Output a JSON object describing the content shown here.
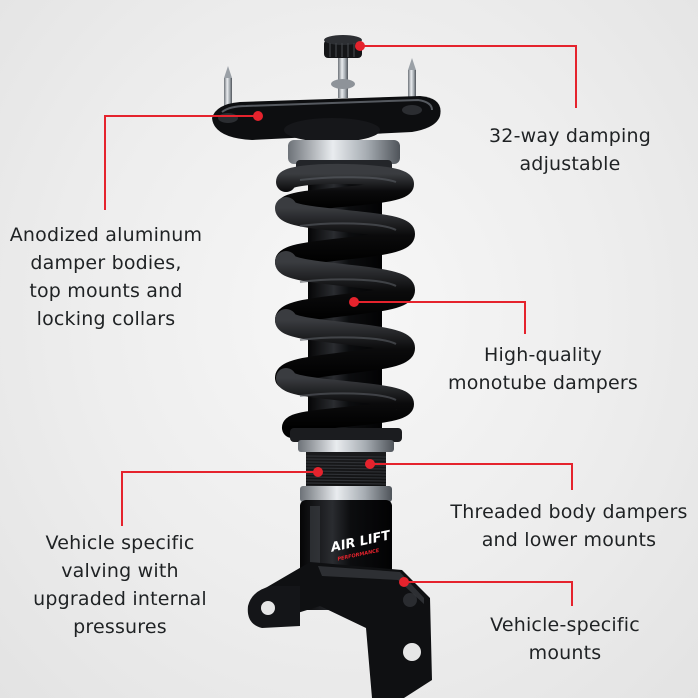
{
  "brand": {
    "logo_main": "AIR LIFT",
    "logo_sub": "PERFORMANCE"
  },
  "callouts": {
    "damping": {
      "lines": [
        "32-way damping",
        "adjustable"
      ],
      "icon": "callout-dot"
    },
    "anodized": {
      "lines": [
        "Anodized aluminum",
        "damper bodies,",
        "top mounts and",
        "locking collars"
      ],
      "icon": "callout-dot"
    },
    "monotube": {
      "lines": [
        "High-quality",
        "monotube dampers"
      ],
      "icon": "callout-dot"
    },
    "threaded": {
      "lines": [
        "Threaded body dampers",
        "and lower mounts"
      ],
      "icon": "callout-dot"
    },
    "valving": {
      "lines": [
        "Vehicle specific",
        "valving with",
        "upgraded internal",
        "pressures"
      ],
      "icon": "callout-dot"
    },
    "mounts": {
      "lines": [
        "Vehicle-specific",
        "mounts"
      ],
      "icon": "callout-dot"
    }
  },
  "colors": {
    "accent": "#e5232d",
    "background": "#ececec",
    "text": "#1f2224",
    "anodized_black": "#111214",
    "silver": "#c8ccd0"
  }
}
